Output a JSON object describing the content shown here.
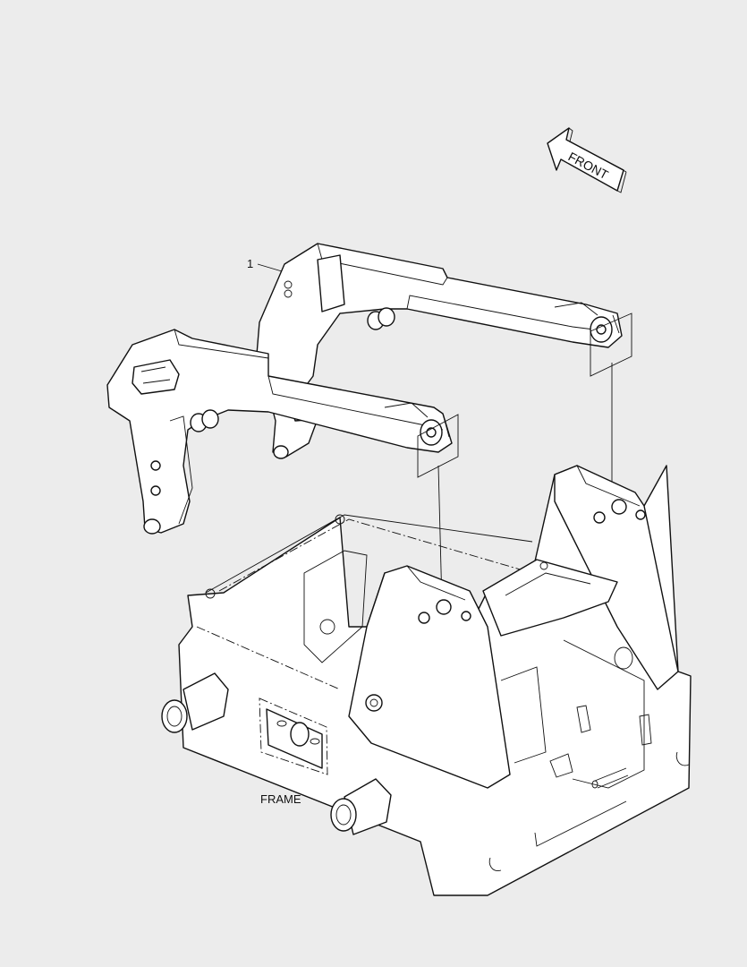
{
  "callouts": {
    "part_1": "1",
    "frame": "FRAME"
  },
  "orientation": {
    "front_label": "FRONT"
  },
  "icons": {
    "direction": "front-arrow-icon"
  }
}
